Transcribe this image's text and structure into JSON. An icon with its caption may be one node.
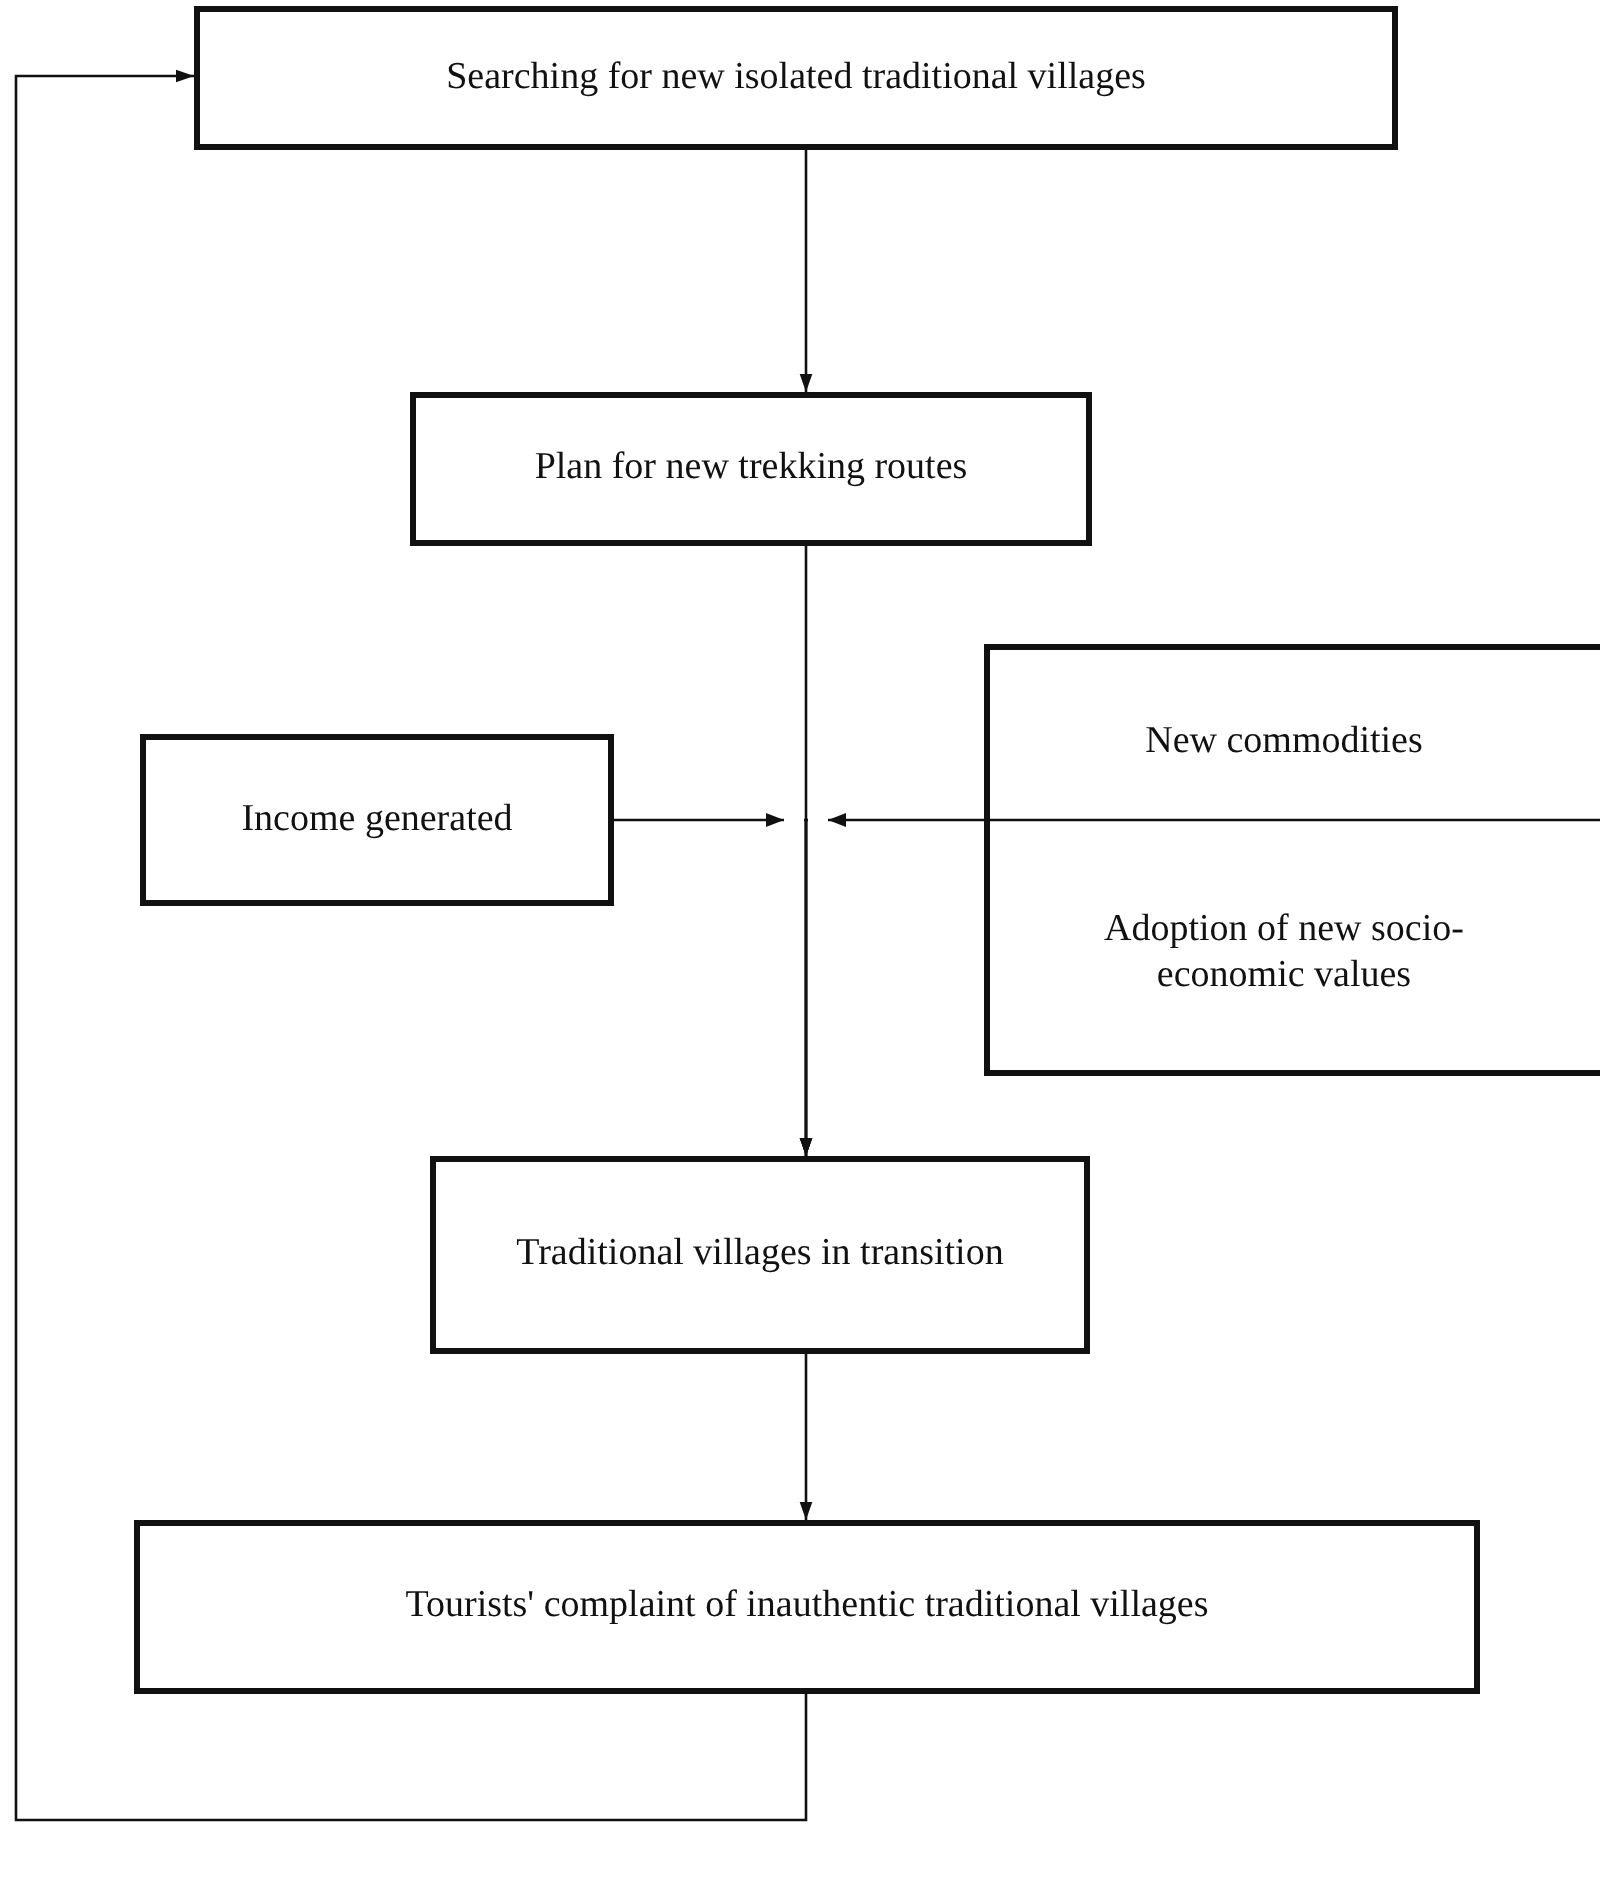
{
  "diagram": {
    "nodes": [
      {
        "text": [
          "Searching for new isolated traditional villages"
        ]
      },
      {
        "text": [
          "Plan for new trekking routes"
        ]
      },
      {
        "text": [
          "Income generated"
        ]
      },
      {
        "text": [
          "New commodities",
          "Adoption of new socio-economic values"
        ]
      },
      {
        "text": [
          "Traditional villages in transition"
        ]
      },
      {
        "text": [
          "Tourists' complaint of inauthentic traditional villages"
        ]
      }
    ],
    "edges": [
      {
        "from": 0,
        "to": 1,
        "arrow": "to"
      },
      {
        "from": 1,
        "to": 4,
        "arrow": "to"
      },
      {
        "from": 2,
        "to": 4,
        "arrow": "to"
      },
      {
        "from": 3,
        "to": 4,
        "arrow": "to"
      },
      {
        "from": 4,
        "to": 5,
        "arrow": "to"
      },
      {
        "from": 5,
        "to": 0,
        "arrow": "to"
      }
    ]
  }
}
